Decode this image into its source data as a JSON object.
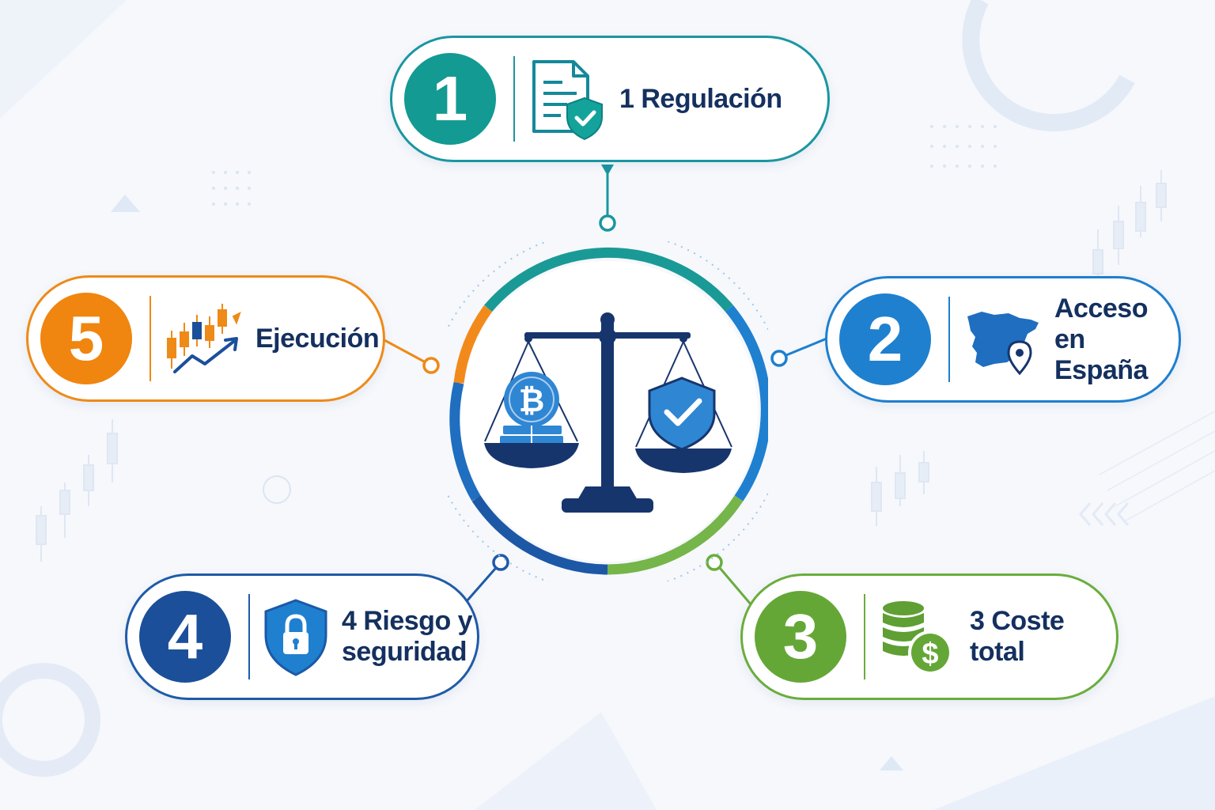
{
  "colors": {
    "teal": "#139a92",
    "blue": "#1f80d0",
    "green": "#65a737",
    "navy": "#1b4f9a",
    "orange": "#f0850f",
    "text": "#14305f"
  },
  "center": {
    "icon": "scale-balance-icon",
    "left_pan_icon": "bitcoin-coin-icon",
    "right_pan_icon": "shield-check-icon"
  },
  "steps": [
    {
      "number": "1",
      "label": "1 Regulación",
      "icon": "document-shield-check-icon"
    },
    {
      "number": "2",
      "label_line1": "Acceso",
      "label_line2": "en España",
      "icon": "spain-map-pin-icon"
    },
    {
      "number": "3",
      "label": "3 Coste total",
      "icon": "coins-dollar-icon"
    },
    {
      "number": "4",
      "label_line1": "4 Riesgo y",
      "label_line2": "seguridad",
      "icon": "shield-lock-icon"
    },
    {
      "number": "5",
      "label": "Ejecución",
      "icon": "candlestick-trend-icon"
    }
  ]
}
